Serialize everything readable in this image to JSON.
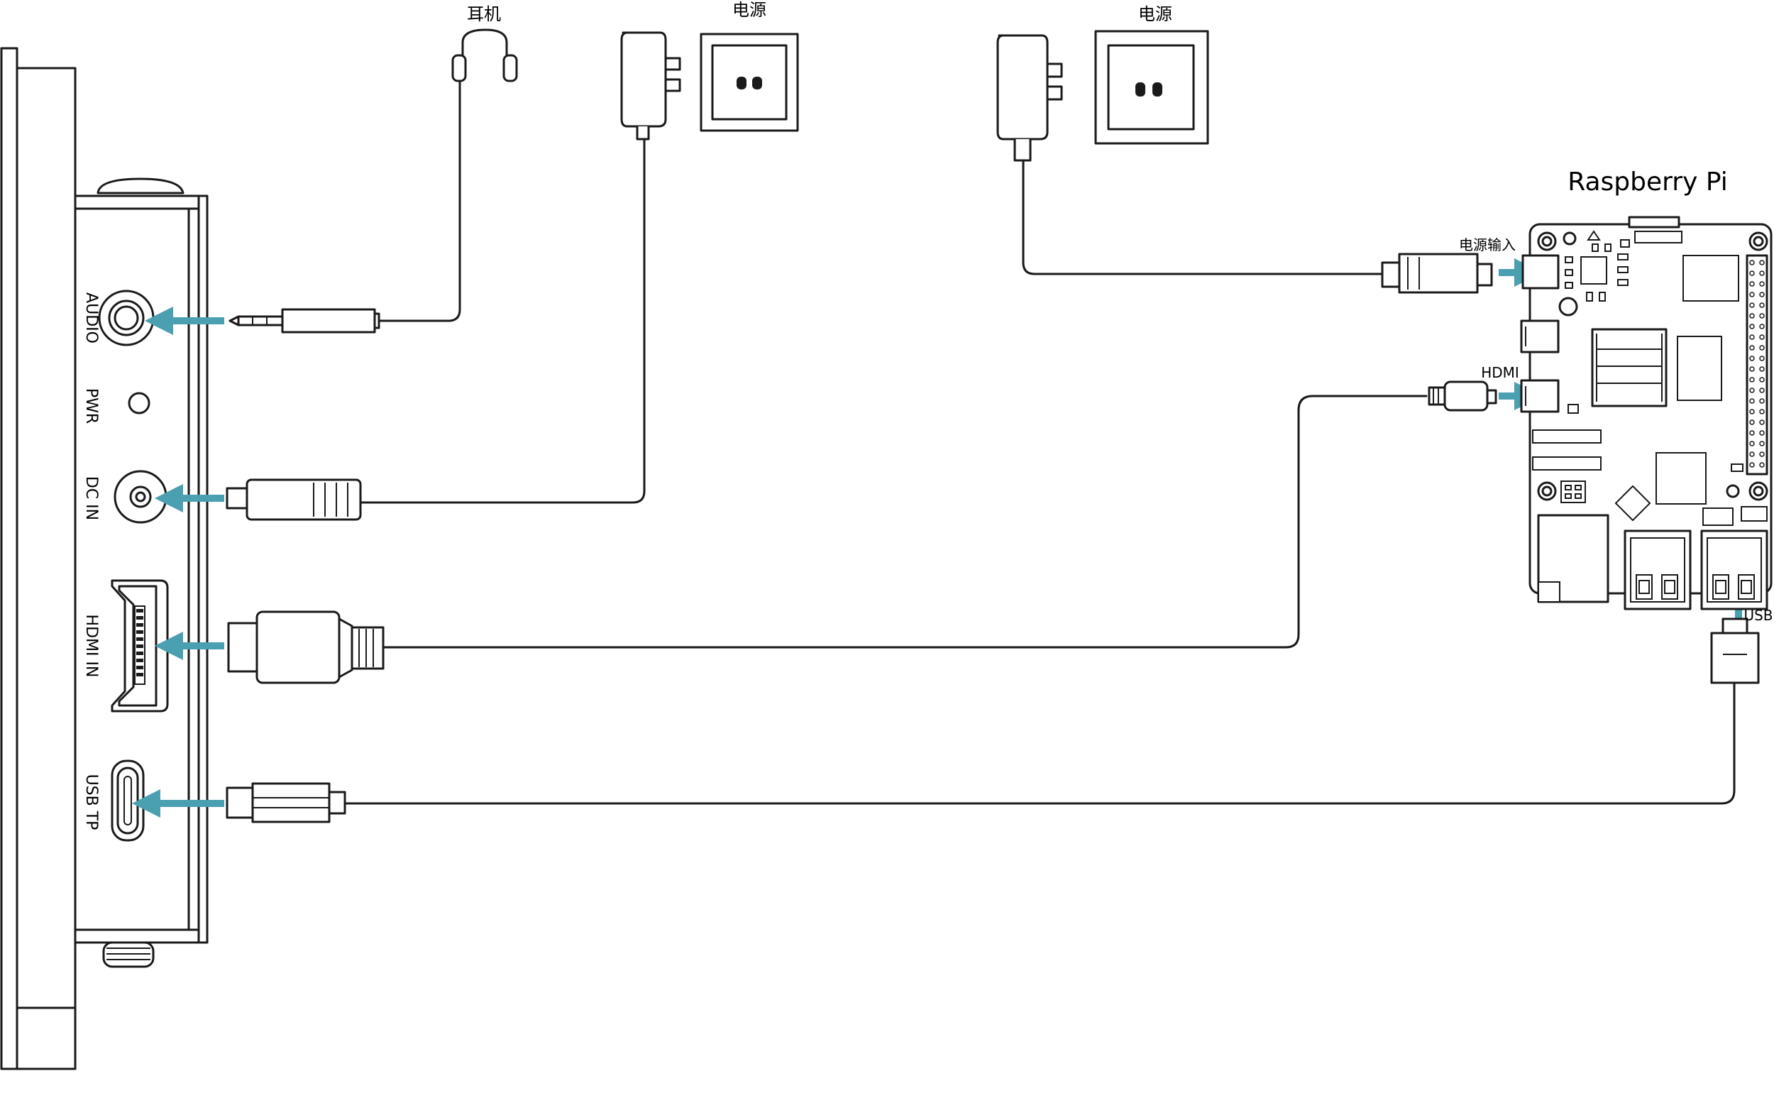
{
  "labels": {
    "headphone": "耳机",
    "power_1": "电源",
    "power_2": "电源",
    "raspberry_pi": "Raspberry Pi",
    "pi_power_input": "电源输入",
    "pi_hdmi": "HDMI",
    "pi_usb": "USB"
  },
  "ports": {
    "audio": "AUDIO",
    "pwr": "PWR",
    "dc_in": "DC IN",
    "hdmi_in": "HDMI IN",
    "usb_tp": "USB TP"
  },
  "colors": {
    "arrow": "#4a9fb0",
    "line": "#1a1a1a",
    "background": "#ffffff"
  }
}
